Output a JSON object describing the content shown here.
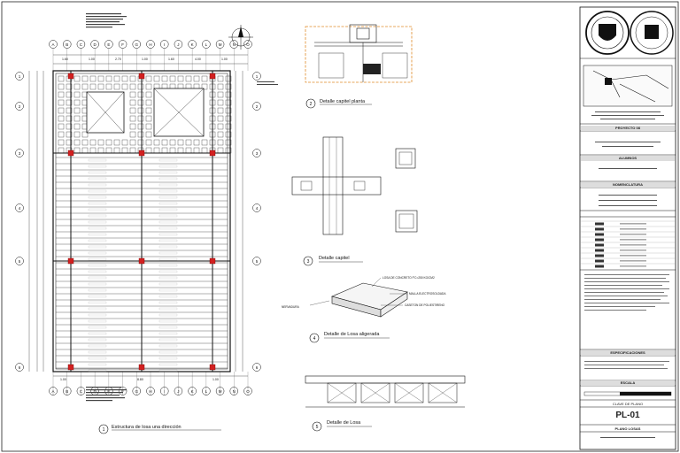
{
  "details": {
    "d1": {
      "num": "1",
      "title": "Estructura de losa una dirección"
    },
    "d2": {
      "num": "2",
      "title": "Detalle capitel planta"
    },
    "d3": {
      "num": "3",
      "title": "Detalle capitel"
    },
    "d4": {
      "num": "4",
      "title": "Detalle de Losa aligerada"
    },
    "d5": {
      "num": "5",
      "title": "Detalle de Losa"
    }
  },
  "slab_callouts": {
    "c1": "LOSA DE CONCRETO F'C=250 KG/CM2",
    "c2": "MALLA ELECTROSOLDADA",
    "c3": "CASETON DE POLIESTIRENO",
    "c4": "NERVADURA"
  },
  "title_block": {
    "project": "PROYECTO 08",
    "students_header": "ALUMNOS",
    "nomenclature_header": "NOMENCLATURA",
    "specs_header": "ESPECIFICACIONES",
    "scale_header": "ESCALA",
    "plan_key_label": "CLAVE DE PLANO",
    "plan_key": "PL-01",
    "plan_name": "PLANO LOSAS"
  },
  "grid_axes": {
    "columns": [
      "A",
      "B",
      "C",
      "D",
      "E",
      "F",
      "G",
      "H",
      "I",
      "J",
      "K",
      "L",
      "M",
      "N",
      "O"
    ],
    "rows": [
      "1",
      "2",
      "3",
      "4",
      "5",
      "6"
    ]
  },
  "dims_top": [
    "1.60",
    "1.00",
    "2.70",
    "1.00",
    "1.60",
    "4.00",
    "1.00"
  ],
  "dims_bottom": [
    "1.00",
    "8.80",
    "1.00"
  ]
}
